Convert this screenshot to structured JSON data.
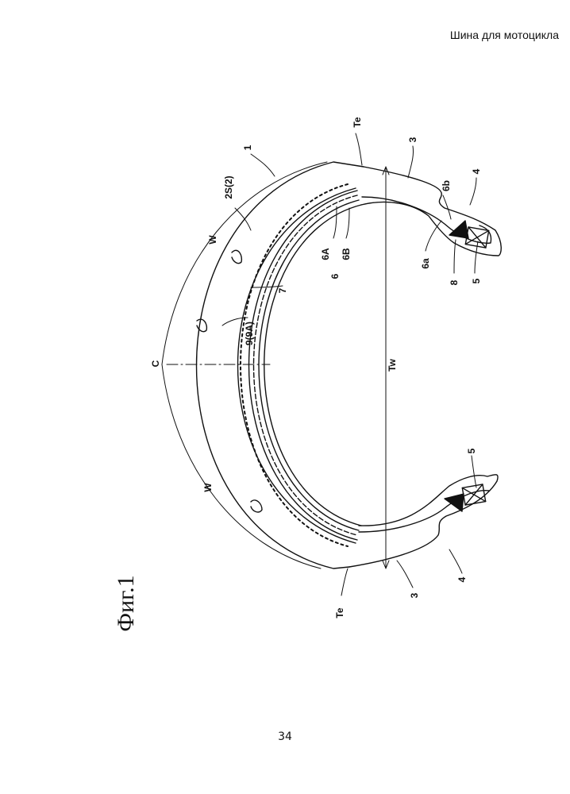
{
  "header": {
    "title": "Шина для мотоцикла"
  },
  "figure": {
    "caption": "Фиг.1",
    "labels": {
      "tire": "1",
      "tread_surface": "2S(2)",
      "tread_width_left": "W",
      "tread_width_right": "W",
      "center_line": "C",
      "tread_edge_top": "Te",
      "tread_edge_bottom": "Te",
      "tread_width_total": "Tw",
      "sidewall_top": "3",
      "sidewall_bottom": "3",
      "bead_top": "4",
      "bead_bottom": "4",
      "bead_core_top": "5",
      "bead_core_bottom": "5",
      "carcass_ply_main": "6a",
      "carcass_ply_turnup": "6b",
      "carcass": "6",
      "carcass_ply_a": "6A",
      "carcass_ply_b": "6B",
      "belt": "7",
      "bead_apex": "8",
      "band": "9(9A)"
    }
  },
  "footer": {
    "page_number": "34"
  }
}
